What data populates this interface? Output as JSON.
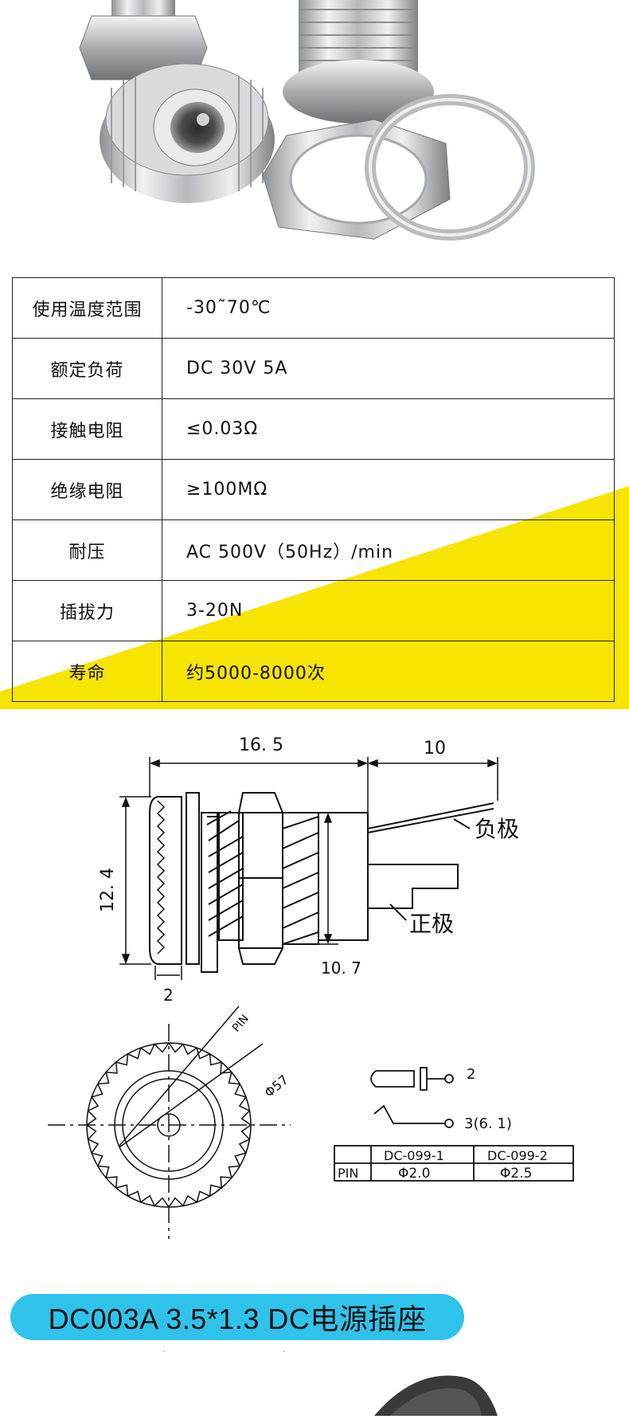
{
  "specs": [
    {
      "key": "使用温度范围",
      "value": "-30˜70℃"
    },
    {
      "key": "额定负荷",
      "value": "DC 30V 5A"
    },
    {
      "key": "接触电阻",
      "value": "≤0.03Ω"
    },
    {
      "key": "绝缘电阻",
      "value": "≥100MΩ"
    },
    {
      "key": "耐压",
      "value": "AC 500V（50Hz）/min"
    },
    {
      "key": "插拔力",
      "value": "3-20N"
    },
    {
      "key": "寿命",
      "value": "约5000-8000次"
    }
  ],
  "drawing": {
    "dim_length": "16. 5",
    "dim_pin": "10",
    "dim_height": "12. 4",
    "dim_thread": "10. 7",
    "dim_flange": "2",
    "label_negative": "负极",
    "label_positive": "正极",
    "pin_label": "PIN",
    "diameter_label": "Φ57",
    "pin2_label": "2",
    "pin3_label": "3(6. 1)",
    "pin_table": {
      "headers": [
        "DC-099-1",
        "DC-099-2"
      ],
      "row_label": "PIN",
      "values": [
        "Φ2.0",
        "Φ2.5"
      ]
    }
  },
  "product_title": "DC003A 3.5*1.3 DC电源插座",
  "colors": {
    "accent_yellow": "#f7e400",
    "pill_blue": "#2fc3ec",
    "metal": "#c9cbcd"
  }
}
